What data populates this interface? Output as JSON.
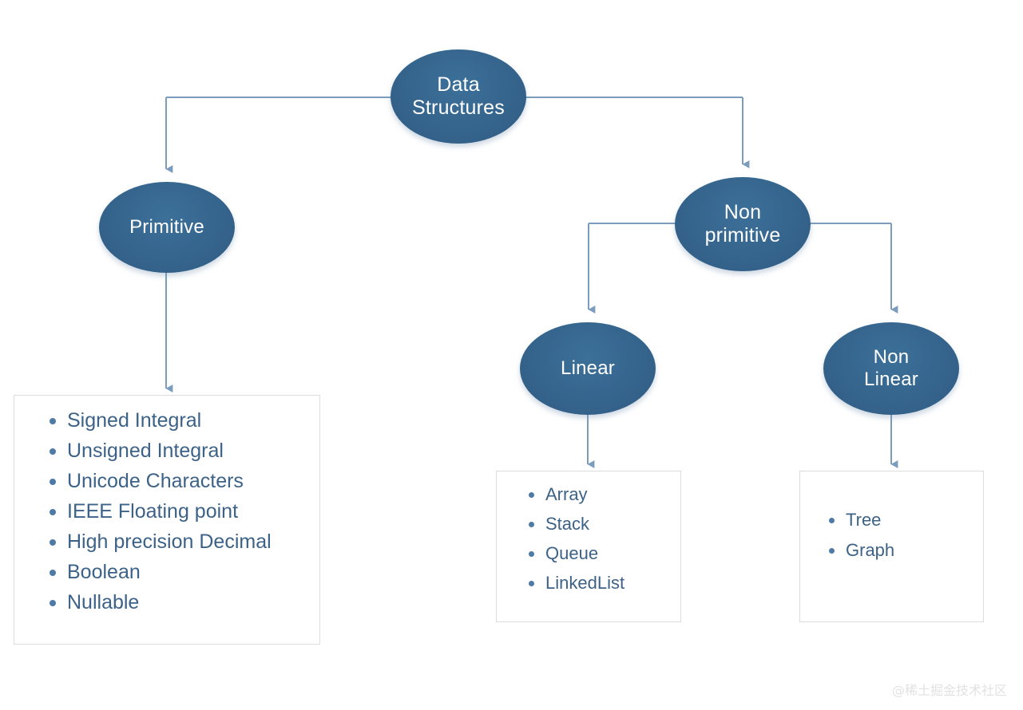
{
  "diagram": {
    "title": "Data Structures classification",
    "colors": {
      "node_fill": "#336a99",
      "node_text": "#ffffff",
      "connector": "#7b9cbd",
      "list_text": "#3d6287",
      "box_border": "#dcdcdc",
      "background": "#ffffff",
      "watermark": "#e2e2e2"
    },
    "nodes": {
      "root": {
        "line1": "Data",
        "line2": "Structures"
      },
      "primitive": {
        "line1": "Primitive",
        "line2": ""
      },
      "non_primitive": {
        "line1": "Non",
        "line2": "primitive"
      },
      "linear": {
        "line1": "Linear",
        "line2": ""
      },
      "non_linear": {
        "line1": "Non",
        "line2": "Linear"
      }
    },
    "boxes": {
      "primitive_items": [
        "Signed Integral",
        "Unsigned Integral",
        "Unicode Characters",
        "IEEE Floating point",
        "High precision Decimal",
        "Boolean",
        "Nullable"
      ],
      "linear_items": [
        "Array",
        "Stack",
        "Queue",
        "LinkedList"
      ],
      "non_linear_items": [
        "Tree",
        "Graph"
      ]
    },
    "watermark": "@稀土掘金技术社区"
  }
}
